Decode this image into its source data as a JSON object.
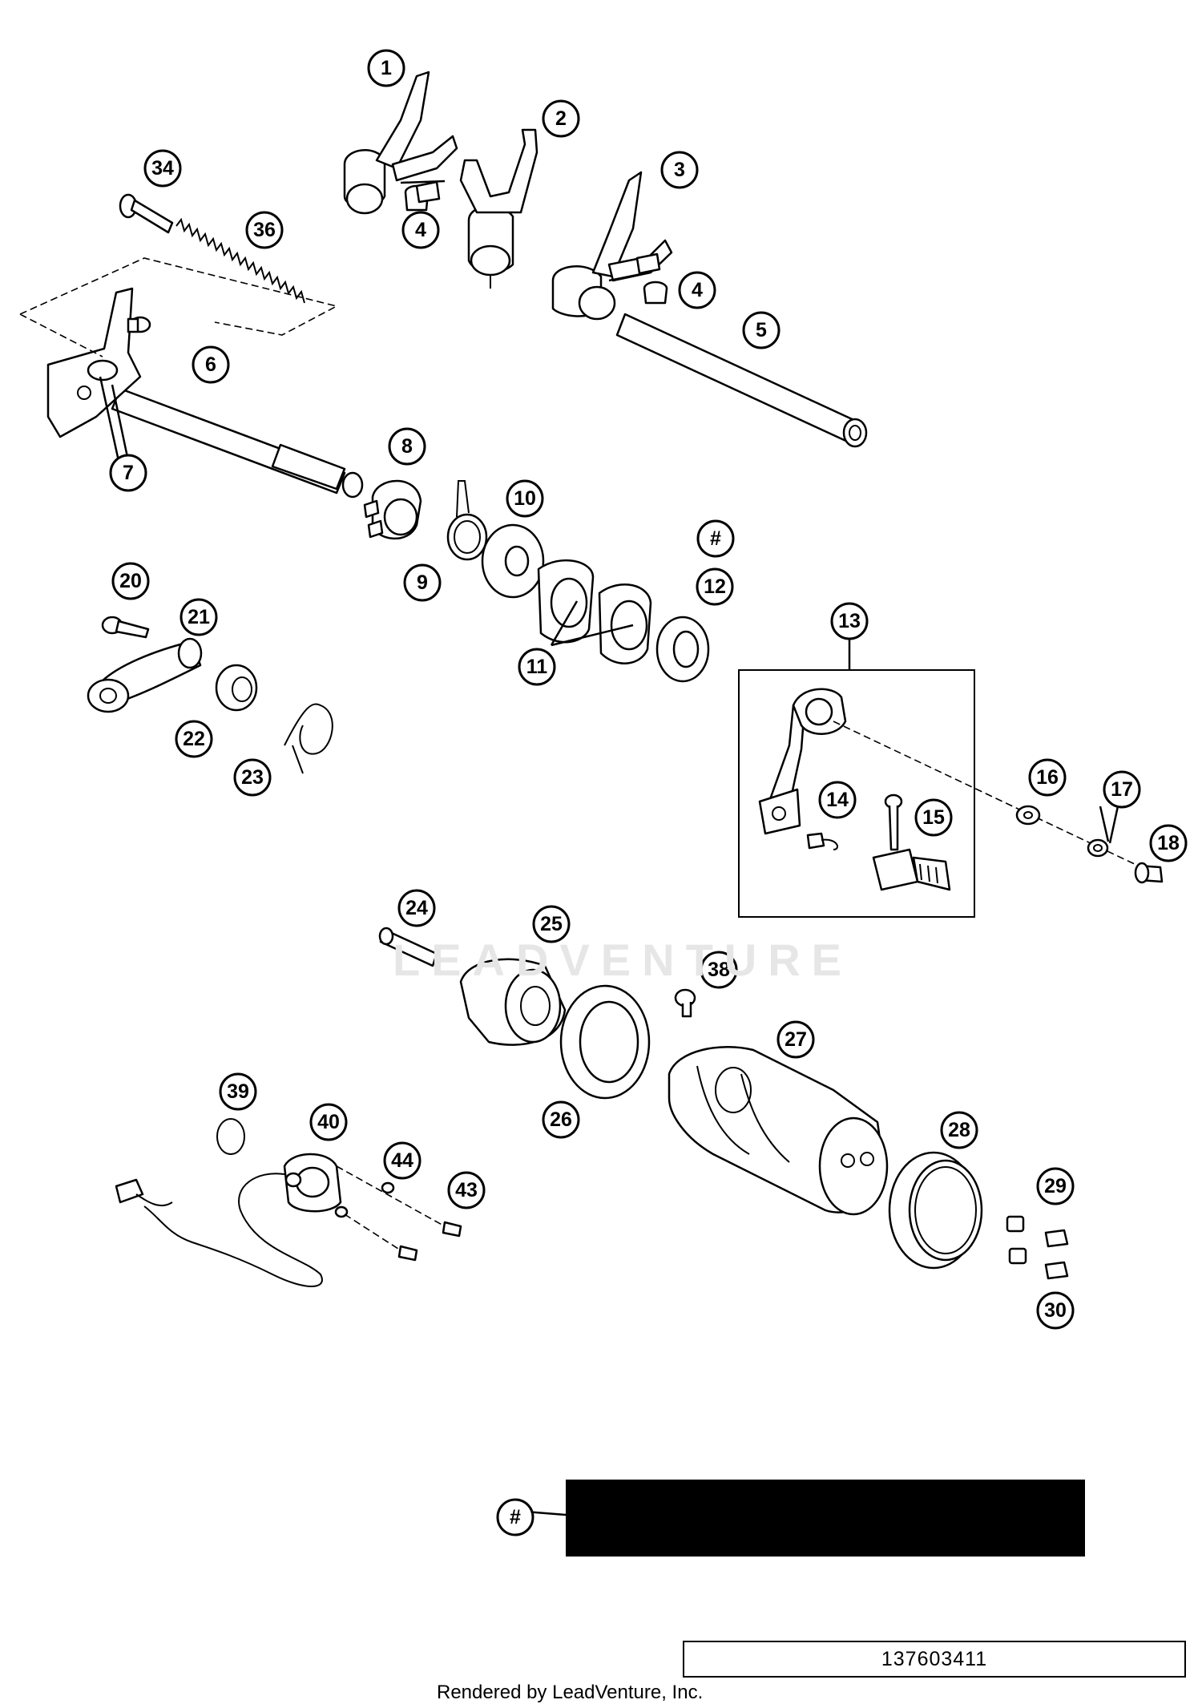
{
  "callouts": [
    {
      "id": "1",
      "text": "1"
    },
    {
      "id": "2",
      "text": "2"
    },
    {
      "id": "3",
      "text": "3"
    },
    {
      "id": "4a",
      "text": "4"
    },
    {
      "id": "4b",
      "text": "4"
    },
    {
      "id": "5",
      "text": "5"
    },
    {
      "id": "6",
      "text": "6"
    },
    {
      "id": "7",
      "text": "7"
    },
    {
      "id": "8",
      "text": "8"
    },
    {
      "id": "9",
      "text": "9"
    },
    {
      "id": "10",
      "text": "10"
    },
    {
      "id": "hash1",
      "text": "#"
    },
    {
      "id": "11",
      "text": "11"
    },
    {
      "id": "12",
      "text": "12"
    },
    {
      "id": "13",
      "text": "13"
    },
    {
      "id": "14",
      "text": "14"
    },
    {
      "id": "15",
      "text": "15"
    },
    {
      "id": "16",
      "text": "16"
    },
    {
      "id": "17",
      "text": "17"
    },
    {
      "id": "18",
      "text": "18"
    },
    {
      "id": "20",
      "text": "20"
    },
    {
      "id": "21",
      "text": "21"
    },
    {
      "id": "22",
      "text": "22"
    },
    {
      "id": "23",
      "text": "23"
    },
    {
      "id": "24",
      "text": "24"
    },
    {
      "id": "25",
      "text": "25"
    },
    {
      "id": "26",
      "text": "26"
    },
    {
      "id": "27",
      "text": "27"
    },
    {
      "id": "28",
      "text": "28"
    },
    {
      "id": "29",
      "text": "29"
    },
    {
      "id": "30",
      "text": "30"
    },
    {
      "id": "34",
      "text": "34"
    },
    {
      "id": "36",
      "text": "36"
    },
    {
      "id": "38",
      "text": "38"
    },
    {
      "id": "39",
      "text": "39"
    },
    {
      "id": "40",
      "text": "40"
    },
    {
      "id": "43",
      "text": "43"
    },
    {
      "id": "44",
      "text": "44"
    },
    {
      "id": "hash2",
      "text": "#"
    }
  ],
  "watermark": "LEADVENTURE",
  "drawing_number": "137603411",
  "footer_text": "Rendered by LeadVenture, Inc."
}
